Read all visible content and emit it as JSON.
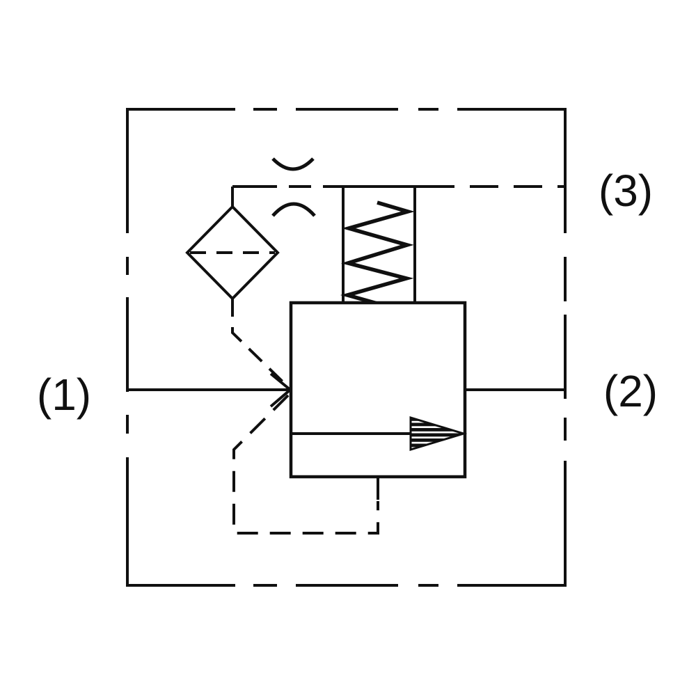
{
  "page": {
    "background": "#ffffff",
    "line_color": "#101010",
    "description_symbols": [
      "enclosure-boundary",
      "filter-diamond-icon",
      "spring-icon",
      "valve-body",
      "flow-arrow-icon",
      "vent-arcs-icon",
      "pilot-dashed-lines"
    ]
  },
  "ports": {
    "p1": {
      "label": "(1)"
    },
    "p2": {
      "label": "(2)"
    },
    "p3": {
      "label": "(3)"
    }
  }
}
